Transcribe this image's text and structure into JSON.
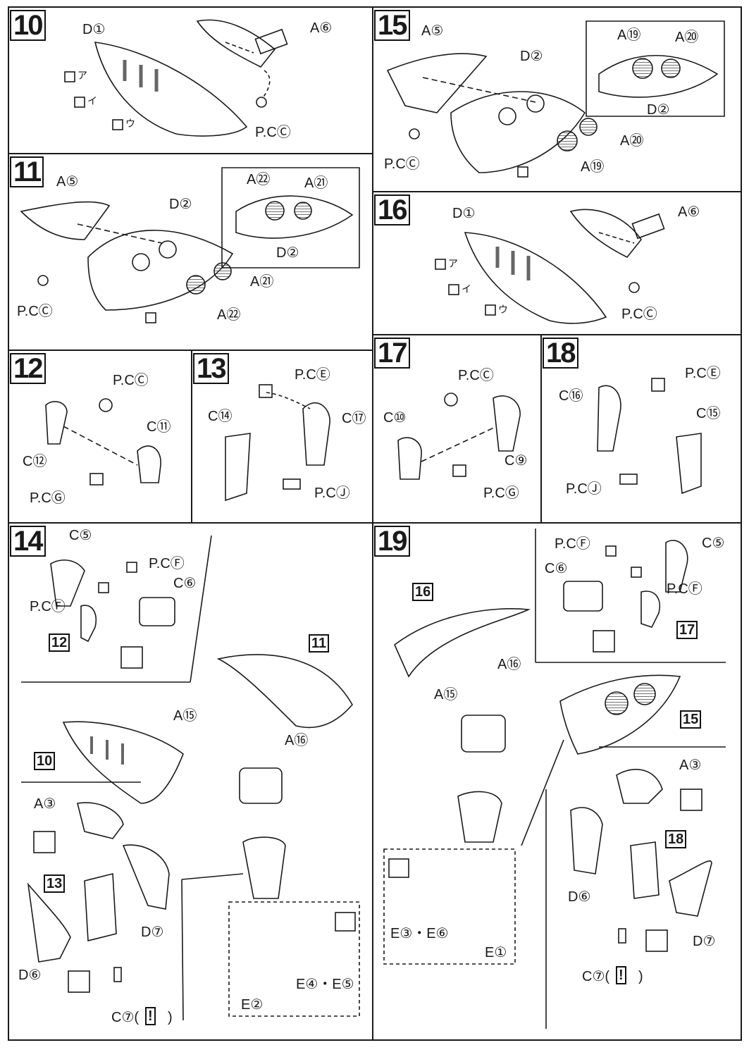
{
  "steps": {
    "s10": {
      "num": "10",
      "d": "D①",
      "a": "A⑥",
      "pc": "P.CⒸ",
      "marks": [
        "ア",
        "イ",
        "ウ"
      ]
    },
    "s11": {
      "num": "11",
      "a5": "A⑤",
      "d2": "D②",
      "inset_a22": "A㉒",
      "inset_a21": "A㉑",
      "inset_d2": "D②",
      "a21": "A㉑",
      "a22": "A㉒",
      "pc": "P.CⒸ"
    },
    "s12": {
      "num": "12",
      "pc_c": "P.CⒸ",
      "c11": "C⑪",
      "c12": "C⑫",
      "pc_g": "P.CⒼ"
    },
    "s13": {
      "num": "13",
      "pc_e": "P.CⒺ",
      "c14": "C⑭",
      "c17": "C⑰",
      "pc_j": "P.CⒿ"
    },
    "s14": {
      "num": "14",
      "c5": "C⑤",
      "pcf1": "P.CⒻ",
      "c6": "C⑥",
      "pcf2": "P.CⒻ",
      "ref12": "12",
      "ref11": "11",
      "a15": "A⑮",
      "a16": "A⑯",
      "ref10": "10",
      "a3": "A③",
      "ref13": "13",
      "d7": "D⑦",
      "d6": "D⑥",
      "c7": "C⑦(",
      "c7_close": ")",
      "e2": "E②",
      "e45": "E④・E⑤"
    },
    "s15": {
      "num": "15",
      "a5": "A⑤",
      "d2": "D②",
      "inset_a19": "A⑲",
      "inset_a20": "A⑳",
      "inset_d2": "D②",
      "a20": "A⑳",
      "a19": "A⑲",
      "pc": "P.CⒸ"
    },
    "s16": {
      "num": "16",
      "d": "D①",
      "a": "A⑥",
      "pc": "P.CⒸ",
      "marks": [
        "ア",
        "イ",
        "ウ"
      ]
    },
    "s17": {
      "num": "17",
      "pc_c": "P.CⒸ",
      "c10": "C⑩",
      "c9": "C⑨",
      "pc_g": "P.CⒼ"
    },
    "s18": {
      "num": "18",
      "pc_e": "P.CⒺ",
      "c16": "C⑯",
      "c15": "C⑮",
      "pc_j": "P.CⒿ"
    },
    "s19": {
      "num": "19",
      "pcf1": "P.CⒻ",
      "c5": "C⑤",
      "c6": "C⑥",
      "pcf2": "P.CⒻ",
      "ref16": "16",
      "ref17": "17",
      "a16": "A⑯",
      "a15": "A⑮",
      "ref15": "15",
      "a3": "A③",
      "ref18": "18",
      "d6": "D⑥",
      "d7": "D⑦",
      "e36": "E③・E⑥",
      "e1": "E①",
      "c7": "C⑦(",
      "c7_close": ")"
    }
  },
  "colors": {
    "line": "#1a1a1a",
    "shade": "#8a8a8a",
    "paper": "#ffffff"
  }
}
